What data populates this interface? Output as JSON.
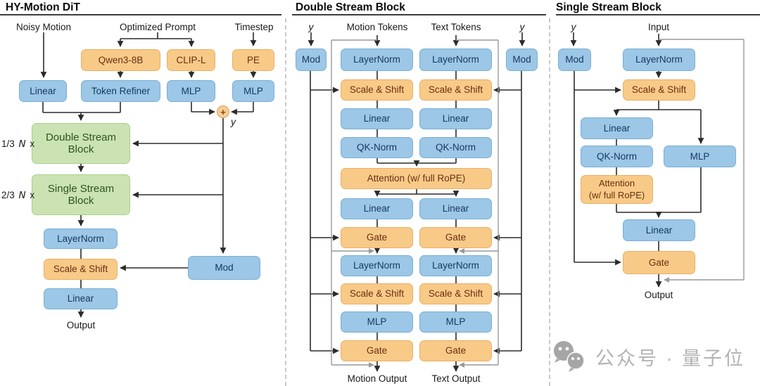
{
  "panels": {
    "left": {
      "title": "HY-Motion DiT",
      "inputs": {
        "noisy_motion": "Noisy Motion",
        "optimized_prompt": "Optimized Prompt",
        "timestep": "Timestep"
      },
      "nodes": {
        "qwen": "Qwen3-8B",
        "clip": "CLIP-L",
        "pe": "PE",
        "linear_in": "Linear",
        "token_refiner": "Token Refiner",
        "mlp_clip": "MLP",
        "mlp_pe": "MLP",
        "double_stream": "Double Stream Block",
        "single_stream": "Single Stream Block",
        "layernorm": "LayerNorm",
        "scale_shift": "Scale & Shift",
        "linear_out": "Linear",
        "mod": "Mod"
      },
      "plus": "+",
      "y_label": "y",
      "mult_double": {
        "prefix": "1/3",
        "n": "N",
        "suffix": "x"
      },
      "mult_single": {
        "prefix": "2/3",
        "n": "N",
        "suffix": "x"
      },
      "output": "Output"
    },
    "double": {
      "title": "Double Stream Block",
      "labels": {
        "y_left": "y",
        "motion_tokens": "Motion Tokens",
        "text_tokens": "Text Tokens",
        "y_right": "y"
      },
      "mod": "Mod",
      "rows": {
        "layernorm1": "LayerNorm",
        "scale_shift1": "Scale & Shift",
        "linear1": "Linear",
        "qk_norm": "QK-Norm",
        "attention": "Attention (w/ full RoPE)",
        "linear2": "Linear",
        "gate1": "Gate",
        "layernorm2": "LayerNorm",
        "scale_shift2": "Scale & Shift",
        "mlp": "MLP",
        "gate2": "Gate"
      },
      "outputs": {
        "motion": "Motion Output",
        "text": "Text Output"
      }
    },
    "single": {
      "title": "Single Stream Block",
      "labels": {
        "y": "y",
        "input": "Input"
      },
      "nodes": {
        "mod": "Mod",
        "layernorm": "LayerNorm",
        "scale_shift": "Scale & Shift",
        "linear_q": "Linear",
        "qk_norm": "QK-Norm",
        "mlp": "MLP",
        "attention_l1": "Attention",
        "attention_l2": "(w/ full RoPE)",
        "linear_out": "Linear",
        "gate": "Gate"
      },
      "output": "Output"
    }
  },
  "watermark": {
    "text": "公众号 · 量子位"
  },
  "colors": {
    "box_blue": "#9CC7E6",
    "box_orange": "#F8CA87",
    "box_green": "#CBE3B2",
    "line": "#2b2b2b",
    "skip_line": "#999999",
    "watermark_gray": "#b3b3b3"
  }
}
